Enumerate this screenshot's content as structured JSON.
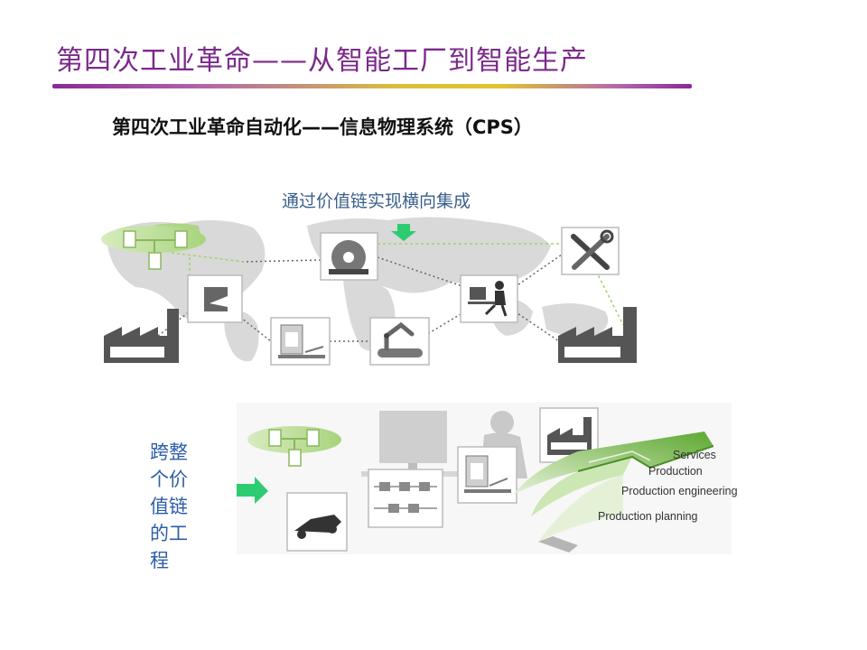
{
  "slide": {
    "title": "第四次工业革命——从智能工厂到智能生产",
    "subtitle": "第四次工业革命自动化——信息物理系统（CPS）"
  },
  "top_diagram": {
    "caption": "通过价值链实现横向集成",
    "nodes": [
      {
        "icon": "cloud-network-icon"
      },
      {
        "icon": "factory-icon"
      },
      {
        "icon": "product-design-icon"
      },
      {
        "icon": "saw-blade-icon"
      },
      {
        "icon": "machine-station-icon"
      },
      {
        "icon": "robot-arm-icon"
      },
      {
        "icon": "operator-workstation-icon"
      },
      {
        "icon": "tools-icon"
      },
      {
        "icon": "factory-icon"
      }
    ],
    "accent_color": "#9fd46a"
  },
  "bottom_diagram": {
    "caption_lines": [
      "跨整",
      "个价",
      "值链",
      "的工",
      "程"
    ],
    "stages": [
      "Services",
      "Production",
      "Production engineering",
      "Production planning"
    ],
    "arrow_color": "#2ecc71",
    "chevron_color": "#7fc24a"
  }
}
